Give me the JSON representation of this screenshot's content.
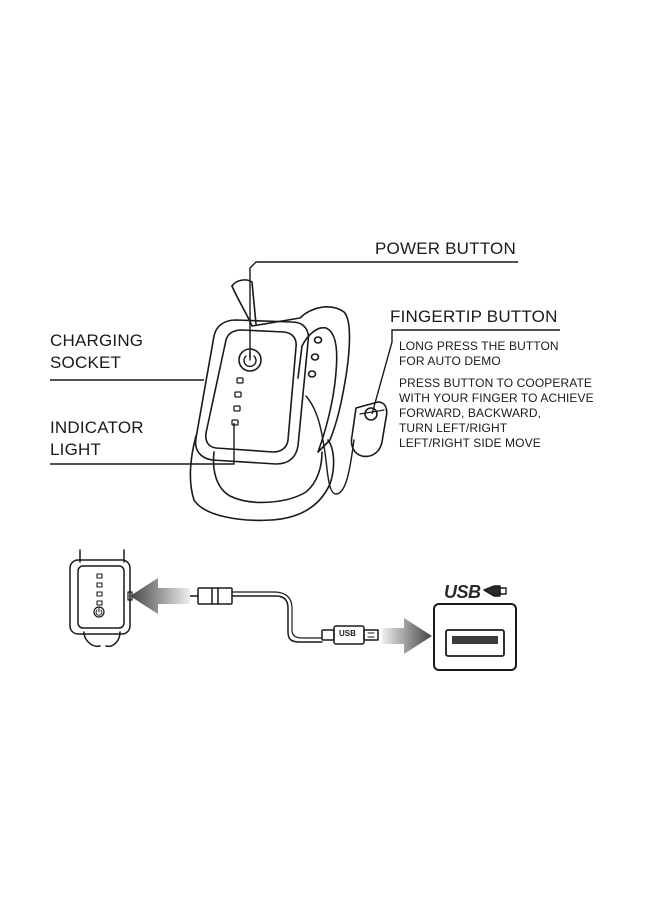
{
  "labels": {
    "power_button": "POWER BUTTON",
    "fingertip_button": "FINGERTIP BUTTON",
    "charging_socket_line1": "CHARGING",
    "charging_socket_line2": "SOCKET",
    "indicator_light_line1": "INDICATOR",
    "indicator_light_line2": "LIGHT"
  },
  "fingertip_notes": {
    "note1_line1": "LONG PRESS THE BUTTON",
    "note1_line2": "FOR AUTO DEMO",
    "note2_line1": "PRESS BUTTON TO COOPERATE",
    "note2_line2": "WITH YOUR FINGER TO ACHIEVE",
    "note2_line3": "FORWARD, BACKWARD,",
    "note2_line4": "TURN LEFT/RIGHT",
    "note2_line5": "LEFT/RIGHT SIDE MOVE"
  },
  "charging": {
    "cable_plug_label": "USB",
    "usb_logo": "USB"
  },
  "colors": {
    "stroke": "#1a1a1a",
    "arrow_dark": "#555555",
    "arrow_light": "#dddddd"
  },
  "icons": [
    "power-icon",
    "usb-icon"
  ]
}
